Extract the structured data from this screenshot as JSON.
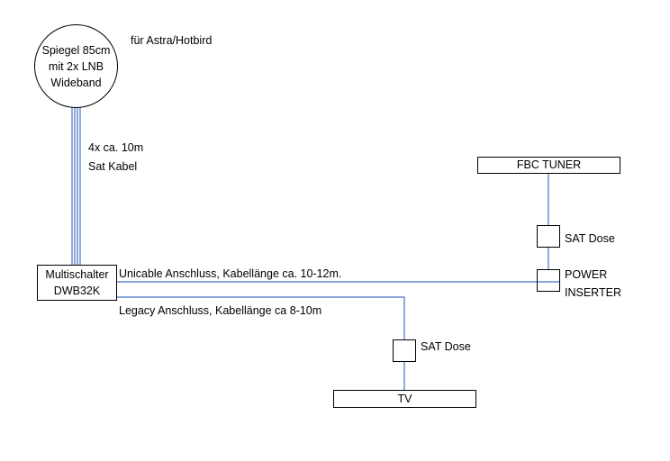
{
  "dish": {
    "line1": "Spiegel 85cm",
    "line2": "mit 2x LNB",
    "line3": "Wideband"
  },
  "satellites": "für Astra/Hotbird",
  "cable": {
    "line1": "4x ca. 10m",
    "line2": "Sat Kabel"
  },
  "multiswitch": {
    "line1": "Multischalter",
    "line2": "DWB32K"
  },
  "unicable": "Unicable Anschluss, Kabellänge ca. 10-12m.",
  "legacy": "Legacy Anschluss, Kabellänge ca 8-10m",
  "fbc_tuner": "FBC TUNER",
  "sat_dose_top": "SAT Dose",
  "power_inserter": {
    "line1": "POWER",
    "line2": "INSERTER"
  },
  "sat_dose_bottom": "SAT Dose",
  "tv": "TV",
  "colors": {
    "wire": "#4472c4",
    "border": "#000000",
    "text": "#000000"
  }
}
